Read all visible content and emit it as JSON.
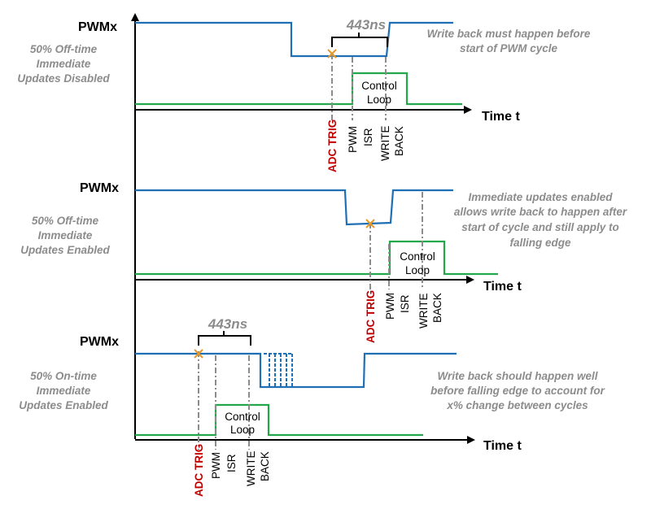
{
  "signal_label": "PWMx",
  "time_label": "Time t",
  "control_box_line1": "Control",
  "control_box_line2": "Loop",
  "events": {
    "adc": "ADC TRIG",
    "pwm": "PWM",
    "isr": "ISR",
    "write": "WRITE",
    "back": "BACK"
  },
  "panel1": {
    "side_label": [
      "50% Off-time",
      "Immediate",
      "Updates Disabled"
    ],
    "measurement": "443ns",
    "note": [
      "Write back must happen before",
      "start of PWM cycle"
    ]
  },
  "panel2": {
    "side_label": [
      "50% Off-time",
      "Immediate",
      "Updates Enabled"
    ],
    "note": [
      "Immediate updates enabled",
      "allows write back to happen after",
      "start of cycle and still apply to",
      "falling edge"
    ]
  },
  "panel3": {
    "side_label": [
      "50% On-time",
      "Immediate",
      "Updates Enabled"
    ],
    "measurement": "443ns",
    "note": [
      "Write back should happen well",
      "before falling edge to account for",
      "x% change between cycles"
    ]
  },
  "colors": {
    "pwm_signal": "#1f6fb5",
    "control_loop": "#22a74a",
    "adc_trigger_text": "#c00000",
    "marker": "#e59a2b",
    "note_text": "#8c8c8c"
  }
}
